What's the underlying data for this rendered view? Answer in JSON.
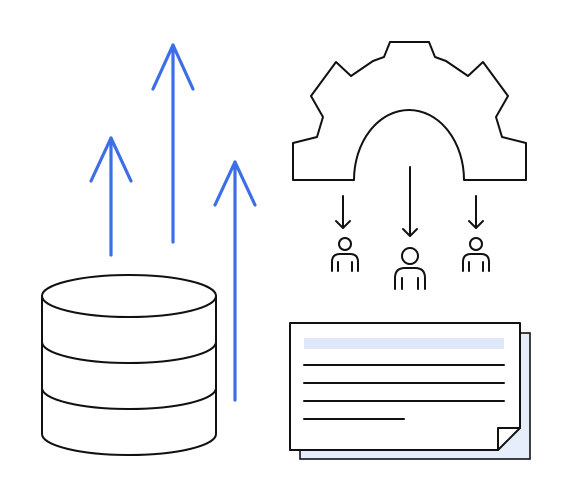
{
  "illustration": {
    "elements": [
      "database-icon",
      "growth-arrows",
      "gear-icon",
      "person-icons",
      "document-icon"
    ],
    "colors": {
      "background": "#ffffff",
      "line": "#111111",
      "accent": "#3d6ee6",
      "document_shadow": "#e6edfb",
      "highlight_bar": "#dfe8fb"
    },
    "counts": {
      "growth_arrows": 3,
      "people": 3,
      "database_tiers": 3,
      "document_lines": 4
    }
  }
}
